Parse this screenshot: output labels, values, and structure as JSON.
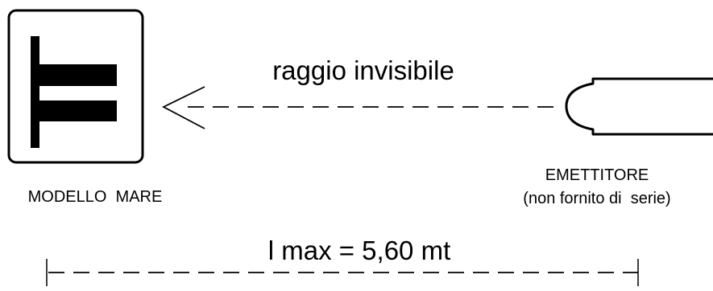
{
  "labels": {
    "beam": "raggio invisibile",
    "device_name": "MODELLO  MARE",
    "emitter_line1": "EMETTITORE",
    "emitter_line2": "(non fornito di  serie)",
    "distance": "l max = 5,60 mt"
  },
  "colors": {
    "ink": "#000000",
    "background": "#ffffff"
  }
}
